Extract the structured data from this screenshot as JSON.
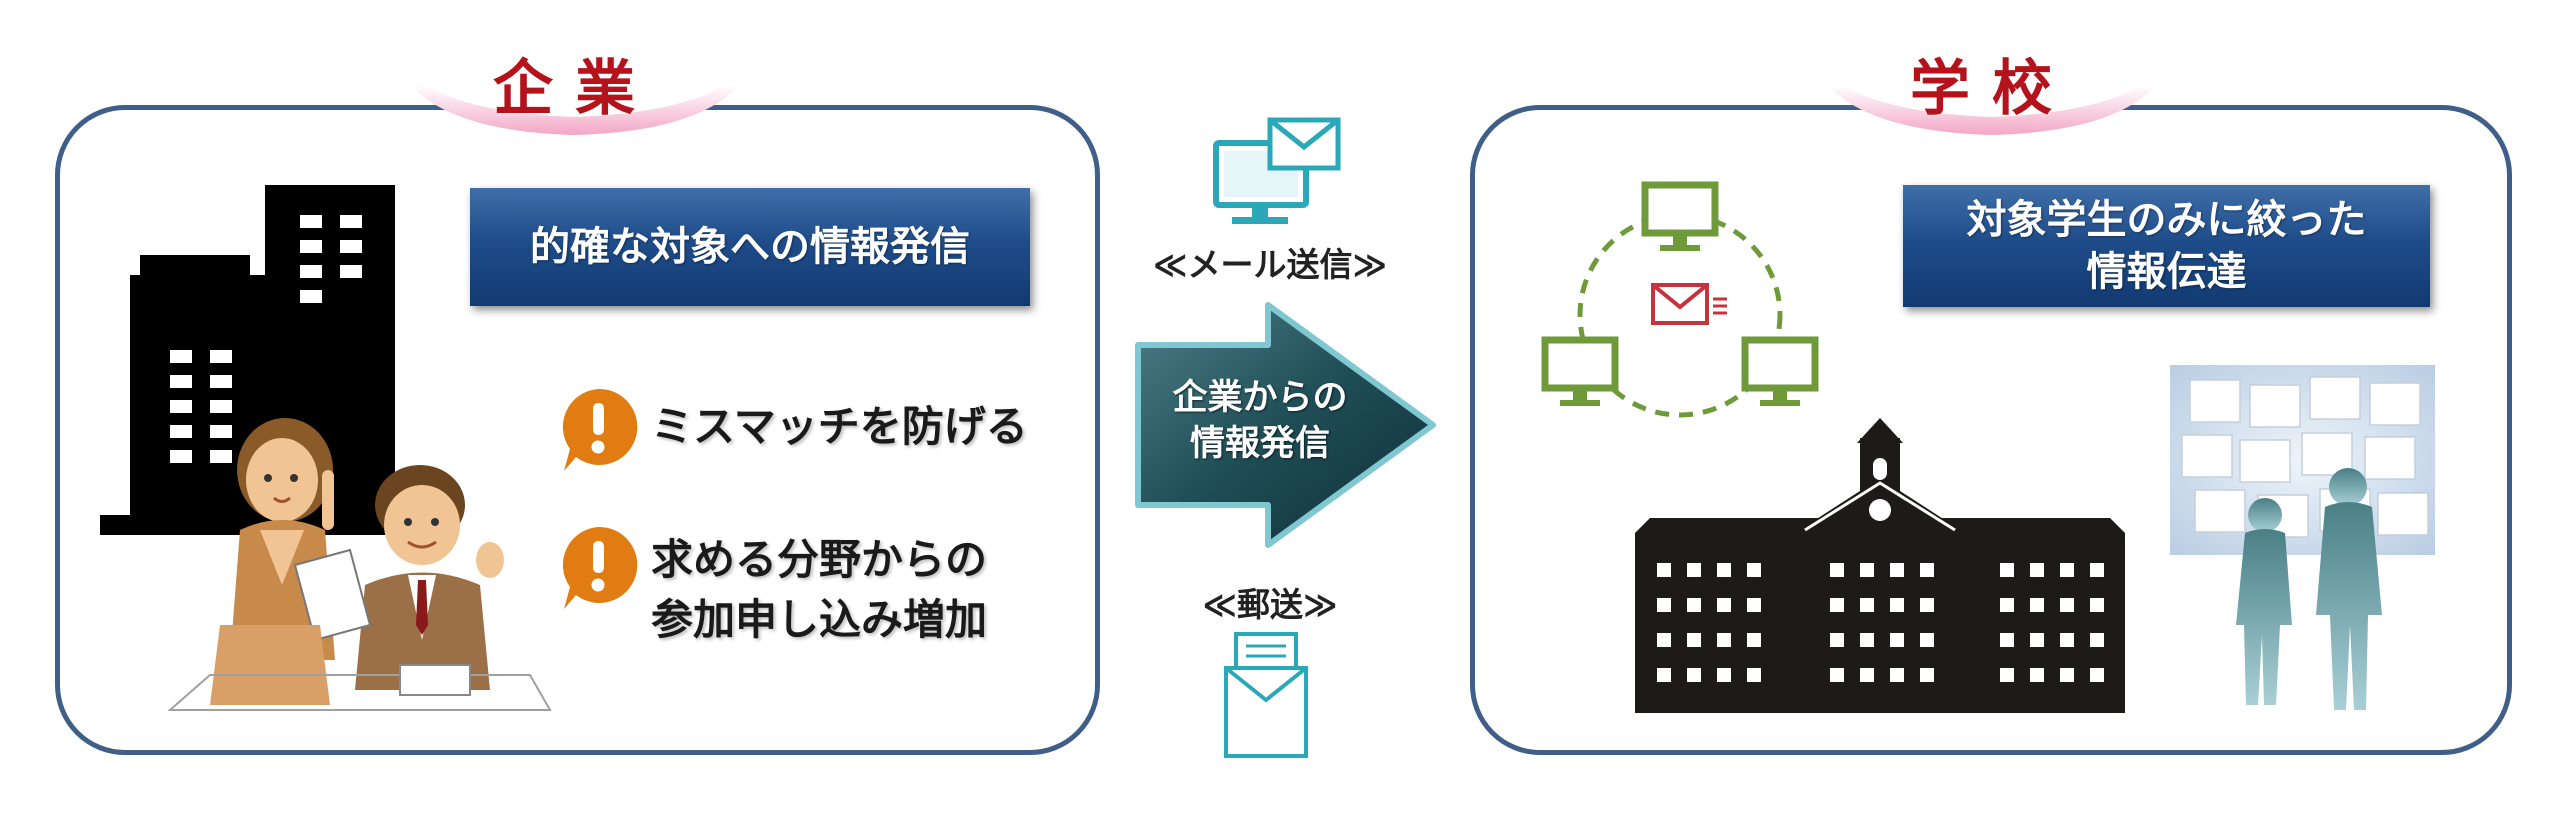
{
  "company": {
    "tab_title": "企業",
    "headline": "的確な対象への情報発信",
    "benefits": [
      {
        "line1": "ミスマッチを防げる",
        "line2": ""
      },
      {
        "line1": "求める分野からの",
        "line2": "参加申し込み増加"
      }
    ]
  },
  "middle": {
    "mail_label": "≪メール送信≫",
    "arrow_line1": "企業からの",
    "arrow_line2": "情報発信",
    "post_label": "≪郵送≫"
  },
  "school": {
    "tab_title": "学校",
    "headline_line1": "対象学生のみに絞った",
    "headline_line2": "情報伝達"
  },
  "colors": {
    "border": "#3f5f89",
    "title_red": "#b5131c",
    "headline_blue": "#1f4d8a",
    "alert_orange": "#e07c12",
    "teal_icon": "#2aa8b8",
    "arrow_dark": "#1f4d56",
    "network_green": "#6e9a3a",
    "mail_red": "#c8323c"
  }
}
